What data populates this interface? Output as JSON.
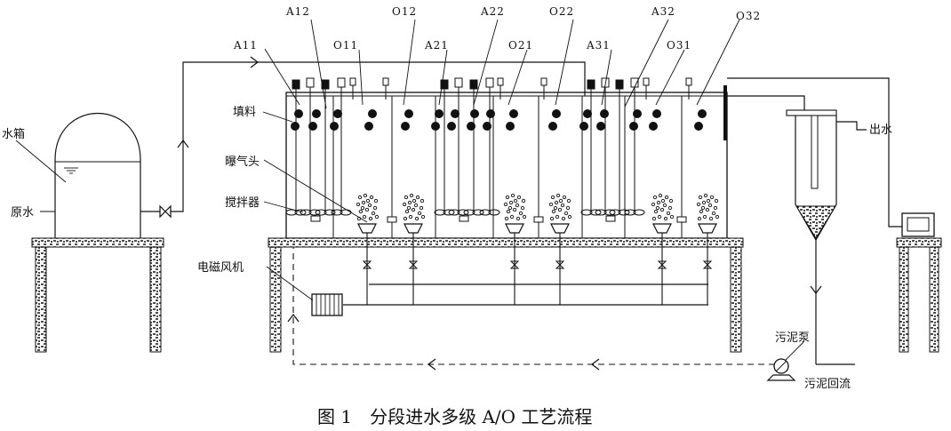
{
  "zone_labels": [
    "A11",
    "A12",
    "O11",
    "O12",
    "A21",
    "A22",
    "O21",
    "O22",
    "A31",
    "A32",
    "O31",
    "O32"
  ],
  "component_labels": {
    "water_tank": "水箱",
    "raw_water": "原水",
    "packing": "填料",
    "aerator_head": "曝气头",
    "stirrer": "搅拌器",
    "electromagnetic_blower": "电磁风机",
    "effluent": "出水",
    "sludge_pump": "污泥泵",
    "sludge_return": "污泥回流"
  },
  "caption": "图 1　分段进水多级 A/O 工艺流程"
}
